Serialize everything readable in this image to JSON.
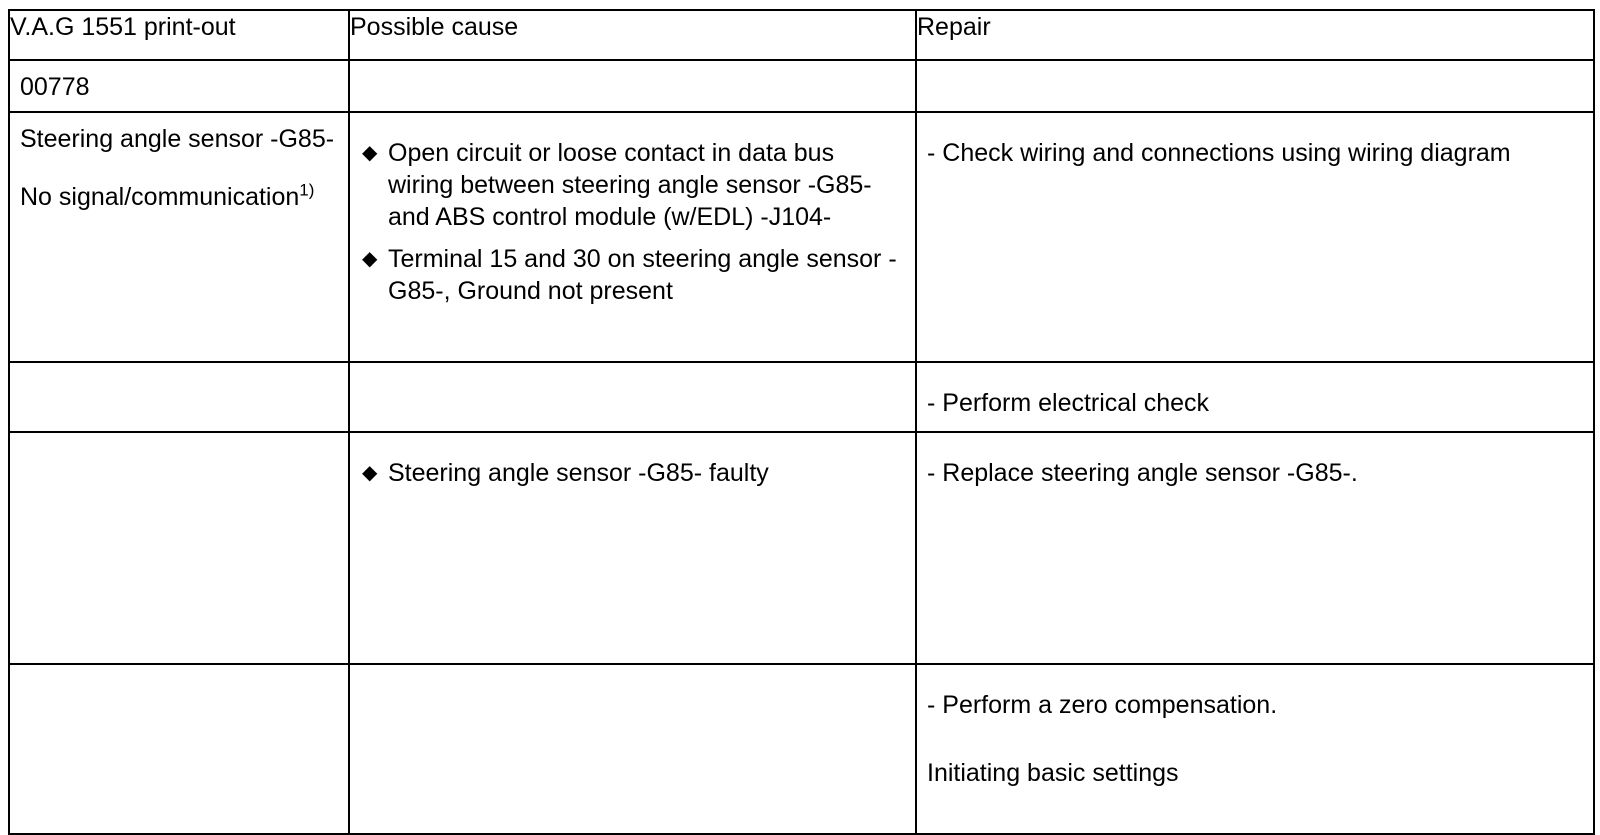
{
  "table": {
    "headers": {
      "col1": "V.A.G 1551 print-out",
      "col2": "Possible cause",
      "col3": "Repair"
    },
    "rows": [
      {
        "printout_lines": [
          "00778"
        ],
        "causes": [],
        "repair": []
      },
      {
        "printout_lines": [
          "Steering angle sensor -G85-",
          "No signal/communication"
        ],
        "printout_footnote": "1)",
        "causes": [
          "Open circuit or loose contact in data bus wiring between steering angle sensor -G85- and ABS control module (w/EDL) -J104-",
          "Terminal 15 and 30 on steering angle sensor -G85-, Ground not present"
        ],
        "repair": [
          "- Check wiring and connections using wiring diagram"
        ]
      },
      {
        "printout_lines": [],
        "causes": [],
        "repair": [
          "- Perform electrical check"
        ]
      },
      {
        "printout_lines": [],
        "causes": [
          "Steering angle sensor -G85- faulty"
        ],
        "repair": [
          "- Replace steering angle sensor -G85-."
        ]
      },
      {
        "printout_lines": [],
        "causes": [],
        "repair": [
          "- Perform a zero compensation.",
          "Initiating basic settings"
        ]
      }
    ],
    "bullet_icon": "diamond-bullet-icon"
  }
}
